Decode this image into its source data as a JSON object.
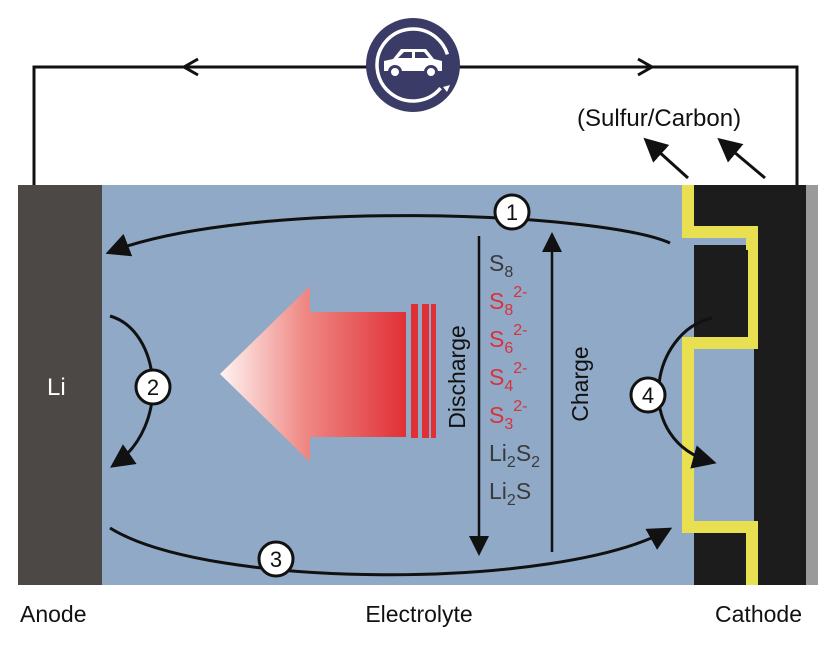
{
  "labels": {
    "cathode_material": "(Sulfur/Carbon)",
    "anode_metal": "Li",
    "anode": "Anode",
    "electrolyte": "Electrolyte",
    "cathode": "Cathode",
    "discharge": "Discharge",
    "charge": "Charge"
  },
  "steps": [
    "1",
    "2",
    "3",
    "4"
  ],
  "species": [
    {
      "base": "S",
      "sub": "8",
      "sup": "",
      "color": "#3a3a3a"
    },
    {
      "base": "S",
      "sub": "8",
      "sup": "2-",
      "color": "#d9323a"
    },
    {
      "base": "S",
      "sub": "6",
      "sup": "2-",
      "color": "#d9323a"
    },
    {
      "base": "S",
      "sub": "4",
      "sup": "2-",
      "color": "#d9323a"
    },
    {
      "base": "S",
      "sub": "3",
      "sup": "2-",
      "color": "#d9323a"
    },
    {
      "base": "Li",
      "sub": "2",
      "sup": "S2",
      "color": "#3a3a3a"
    },
    {
      "base": "Li",
      "sub": "2",
      "sup": "S",
      "color": "#3a3a3a"
    }
  ],
  "icon": "car-icon",
  "colors": {
    "electrolyte": "#8fa9c7",
    "anode": "#4c4845",
    "cathode": "#1c1c1c",
    "current_collector": "#e8e050",
    "icon_circle": "#3a3b66",
    "polysulfide": "#d9323a"
  }
}
